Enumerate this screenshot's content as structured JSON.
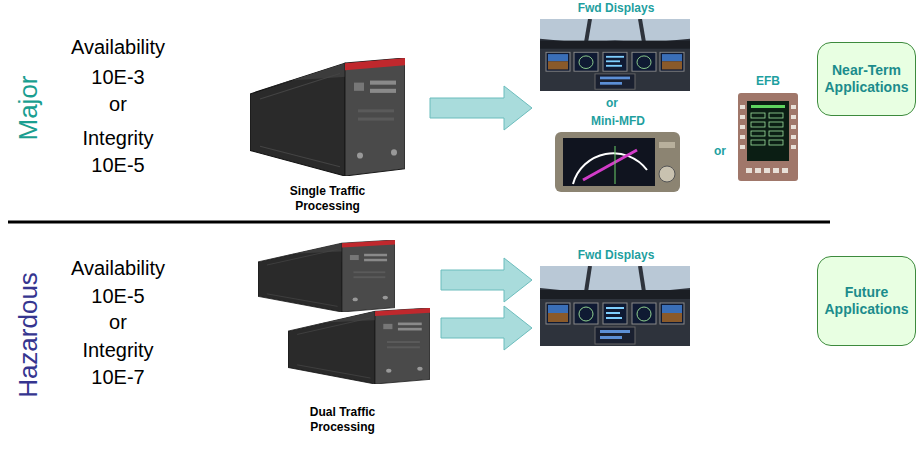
{
  "diagram": {
    "nodes": [
      {
        "text": [
          "Single Traffic Processing"
        ]
      },
      {
        "text": [
          "Fwd Displays"
        ]
      },
      {
        "text": [
          "Mini-MFD"
        ]
      },
      {
        "text": [
          "EFB"
        ]
      },
      {
        "text": [
          "Near-Term Applications"
        ]
      },
      {
        "text": [
          "Dual Traffic Processing"
        ]
      },
      {
        "text": [
          "Fwd Displays"
        ]
      },
      {
        "text": [
          "Future Applications"
        ]
      }
    ],
    "edges": [
      {
        "from": 0,
        "to": 1,
        "arrow": "to"
      },
      {
        "from": 5,
        "to": 6,
        "arrow": "to"
      },
      {
        "from": 5,
        "to": 6,
        "arrow": "to"
      }
    ],
    "labels": [
      "Major",
      "Availability",
      "10E-3",
      "or",
      "Integrity",
      "10E-5",
      "or",
      "or",
      "Hazardous",
      "Availability",
      "10E-5",
      "or",
      "Integrity",
      "10E-7"
    ]
  }
}
